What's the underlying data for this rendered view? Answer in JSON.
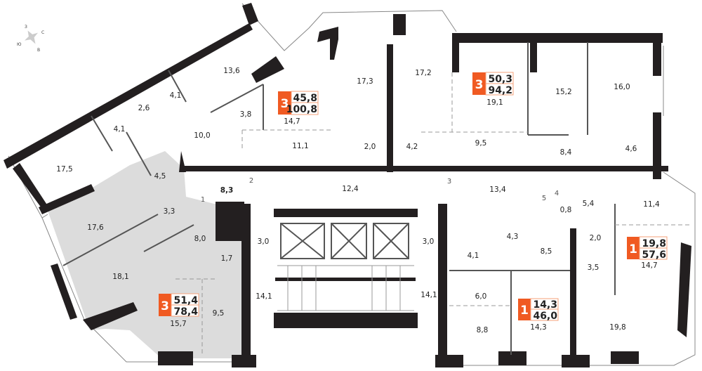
{
  "compass": {
    "n": "С",
    "s": "Ю",
    "w": "З",
    "e": "В"
  },
  "colors": {
    "badge": "#f05a22",
    "wall": "#231f20",
    "highlight": "#dcdcdc"
  },
  "apartments": [
    {
      "rooms": "3",
      "living": "45,8",
      "total": "100,8"
    },
    {
      "rooms": "3",
      "living": "50,3",
      "total": "94,2"
    },
    {
      "rooms": "3",
      "living": "51,4",
      "total": "78,4"
    },
    {
      "rooms": "1",
      "living": "14,3",
      "total": "46,0"
    },
    {
      "rooms": "1",
      "living": "19,8",
      "total": "57,6"
    }
  ],
  "rooms": {
    "a1": [
      "13,6",
      "4,1",
      "2,6",
      "4,1",
      "10,0",
      "3,8",
      "17,5",
      "14,7",
      "11,1",
      "17,3",
      "17,2",
      "2,0",
      "4,2"
    ],
    "a2": [
      "19,1",
      "15,2",
      "16,0",
      "9,5",
      "8,4",
      "4,6"
    ],
    "a3": [
      "4,5",
      "3,3",
      "17,6",
      "8,0",
      "1,7",
      "18,1",
      "15,7",
      "9,5"
    ],
    "a4": [
      "4,3",
      "4,1",
      "8,5",
      "6,0",
      "8,8",
      "14,3"
    ],
    "a5": [
      "5,4",
      "11,4",
      "0,8",
      "2,0",
      "3,5",
      "14,7",
      "19,8"
    ],
    "common": [
      "8,3",
      "12,4",
      "13,4",
      "3,0",
      "14,1",
      "3,0",
      "14,1"
    ]
  },
  "doors": [
    "1",
    "2",
    "3",
    "4",
    "5"
  ]
}
